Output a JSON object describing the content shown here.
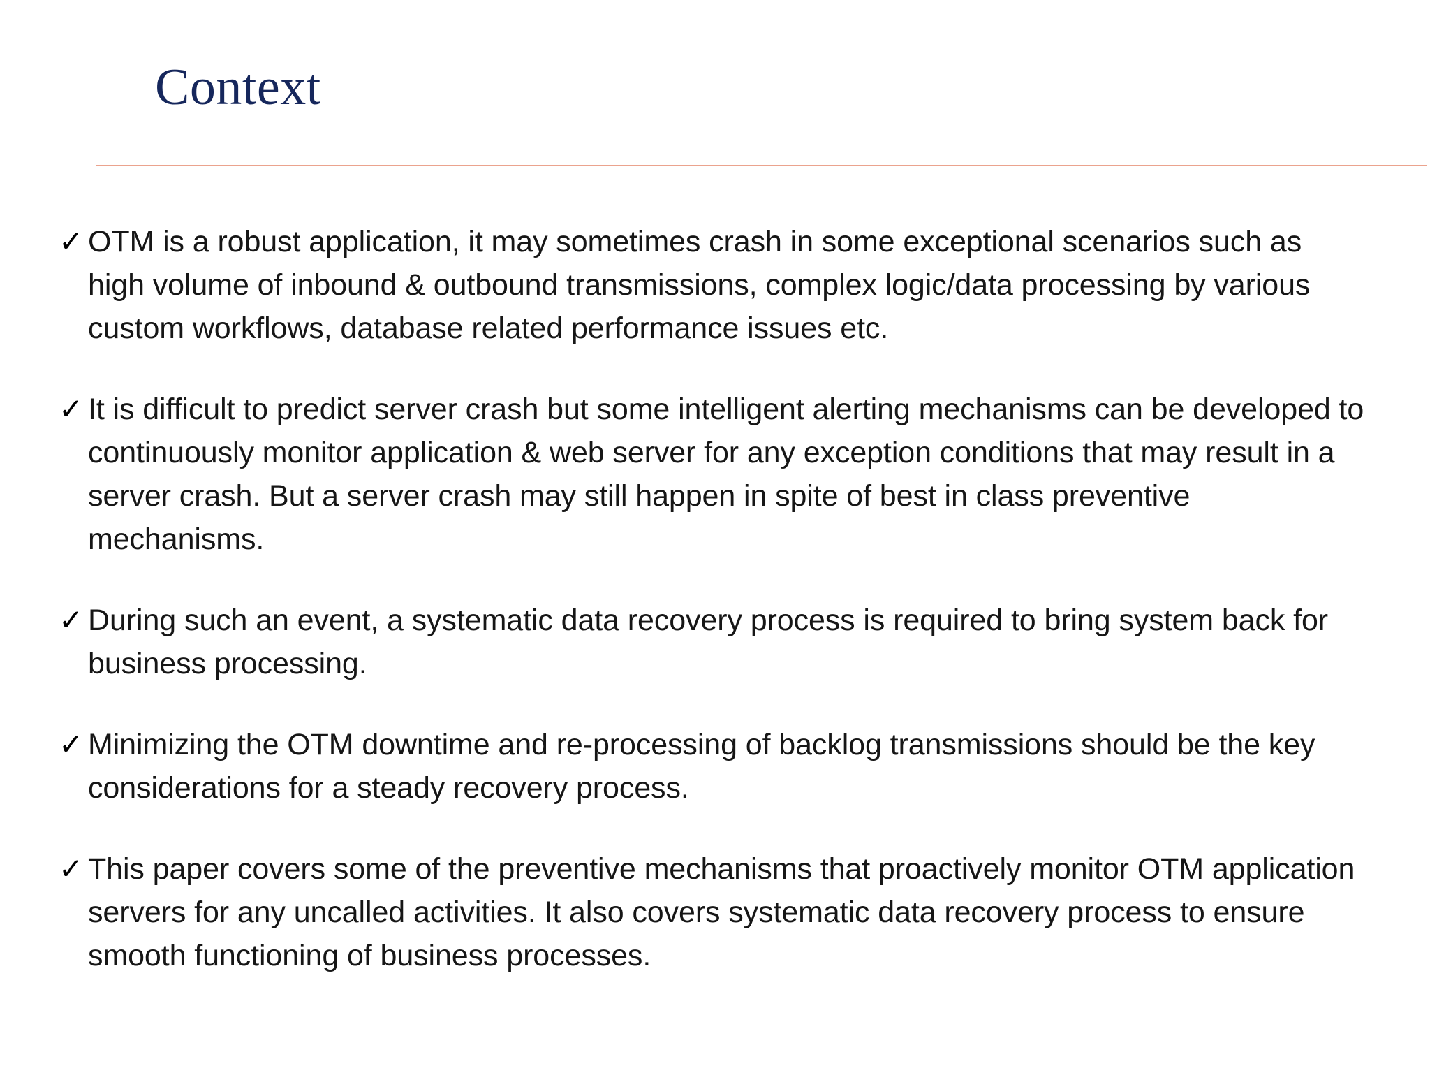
{
  "slide": {
    "title": "Context",
    "accent_rule_color": "#e8937a",
    "title_color": "#16275c",
    "body_text_color": "#161616",
    "background_color": "#ffffff",
    "bullet_glyph": "✓",
    "bullet_icon_name": "checkmark-icon",
    "bullets": [
      {
        "text": " OTM is a robust application, it may sometimes crash in some exceptional scenarios such as high volume of inbound & outbound transmissions, complex logic/data processing by various custom workflows, database related performance issues etc."
      },
      {
        "text": " It is difficult to predict server crash but some intelligent alerting mechanisms can be developed to continuously monitor application & web server for any exception conditions that may result in a server crash. But a server crash may still happen in spite of best in class preventive mechanisms."
      },
      {
        "text": "During such an event, a systematic data recovery process is required to bring system back for business processing."
      },
      {
        "text": "Minimizing the OTM downtime and re-processing of backlog transmissions should be the key considerations for a steady recovery process."
      },
      {
        "text": " This paper covers some of the preventive mechanisms that proactively monitor OTM application servers for any uncalled activities. It also covers systematic data recovery process to ensure smooth functioning of business processes."
      }
    ]
  }
}
